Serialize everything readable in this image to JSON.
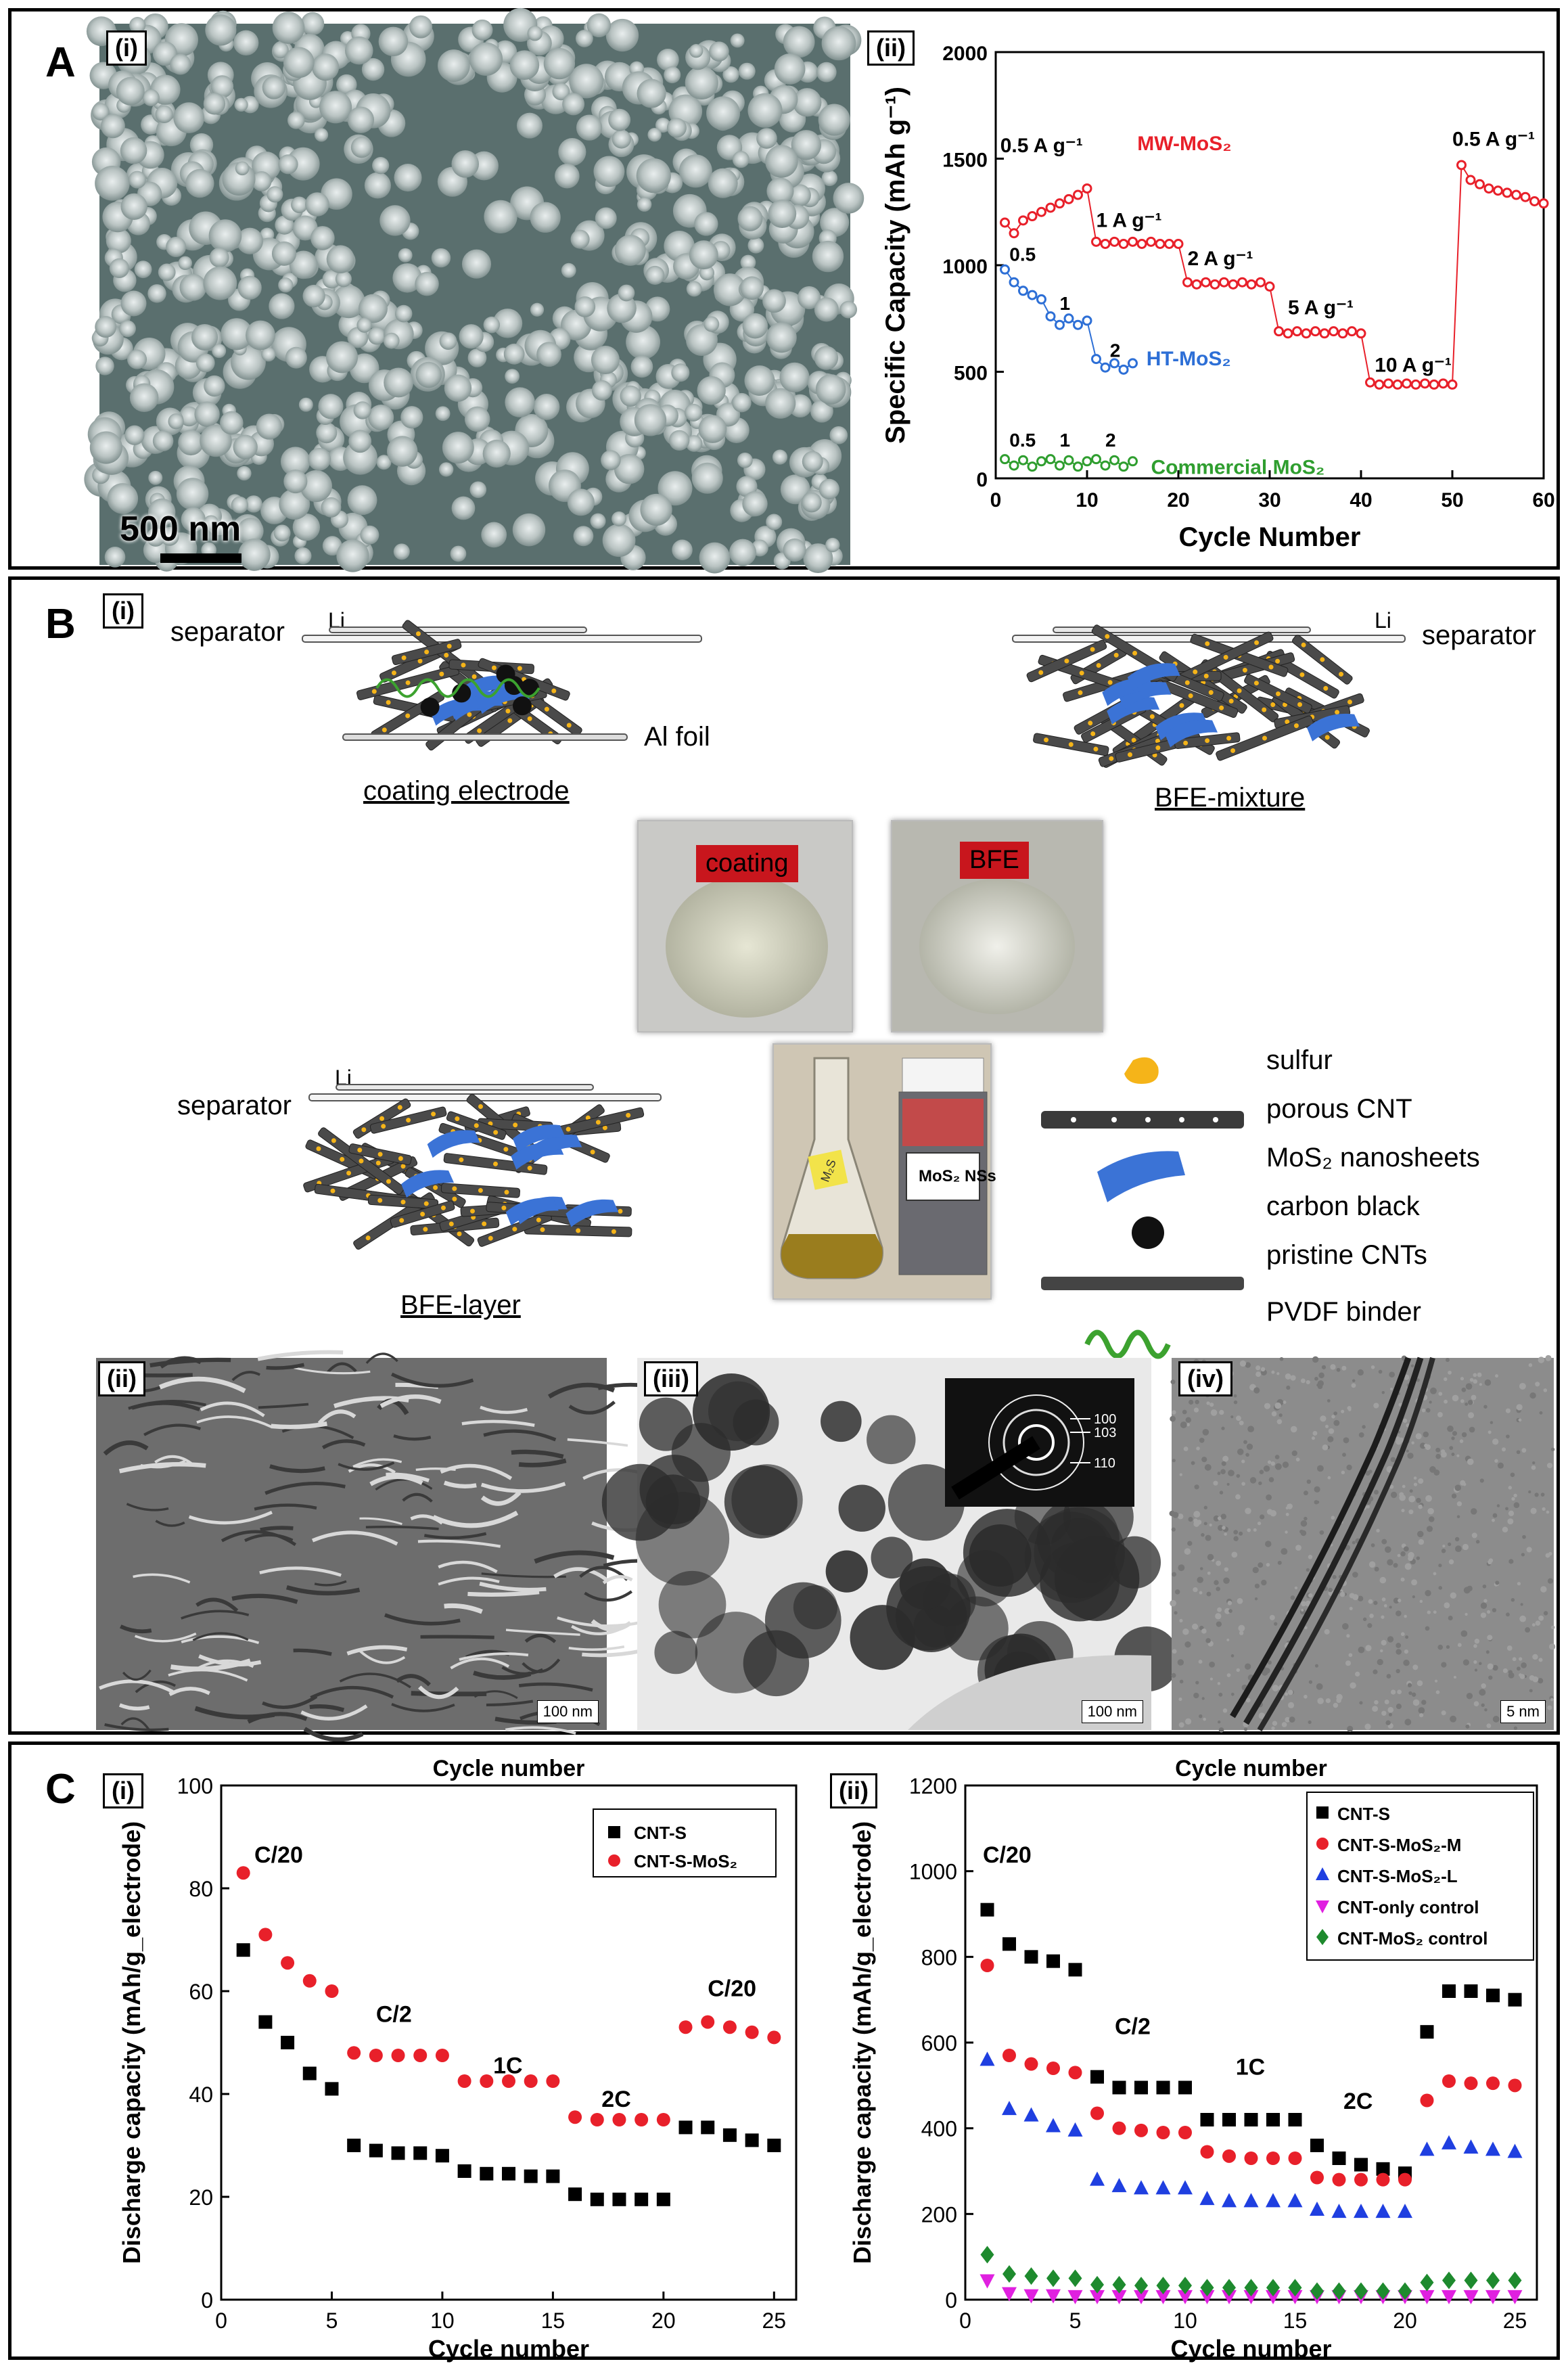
{
  "panelA": {
    "letter": "A",
    "sub_i": "(i)",
    "sub_ii": "(ii)",
    "scalebar": "500 nm"
  },
  "panelB": {
    "letter": "B",
    "sub_i": "(i)",
    "sub_ii": "(ii)",
    "sub_iii": "(iii)",
    "sub_iv": "(iv)",
    "coating": {
      "separator": "separator",
      "li": "Li",
      "al_foil": "Al foil",
      "title": "coating electrode"
    },
    "mixture": {
      "separator": "separator",
      "li": "Li",
      "title": "BFE-mixture"
    },
    "layer": {
      "separator": "separator",
      "li": "Li",
      "title": "BFE-layer"
    },
    "photo_tags": {
      "coating": "coating",
      "bfe": "BFE",
      "vial": "MoS₂ NSs",
      "flask": "M₂S"
    },
    "legend": [
      {
        "label": "sulfur",
        "icon": "sulfur-icon"
      },
      {
        "label": "porous CNT",
        "icon": "porous-cnt-icon"
      },
      {
        "label": "MoS₂ nanosheets",
        "icon": "mos2-nanosheet-icon"
      },
      {
        "label": "carbon black",
        "icon": "carbon-black-icon"
      },
      {
        "label": "pristine CNTs",
        "icon": "pristine-cnt-icon"
      },
      {
        "label": "PVDF binder",
        "icon": "pvdf-binder-icon"
      }
    ],
    "scalebars": {
      "ii": "100 nm",
      "iii": "100 nm",
      "iv": "5 nm"
    },
    "saed_labels": [
      "100",
      "103",
      "110"
    ]
  },
  "panelC": {
    "letter": "C",
    "sub_i": "(i)",
    "sub_ii": "(ii)"
  },
  "chart_data": [
    {
      "id": "A-ii",
      "type": "scatter",
      "xlabel": "Cycle Number",
      "ylabel": "Specific Capacity (mAh g⁻¹)",
      "xlim": [
        0,
        60
      ],
      "ylim": [
        0,
        2000
      ],
      "xticks": [
        0,
        10,
        20,
        30,
        40,
        50,
        60
      ],
      "yticks": [
        0,
        500,
        1000,
        1500,
        2000
      ],
      "series": [
        {
          "name": "MW-MoS₂",
          "color": "#e8202a",
          "x": [
            1,
            2,
            3,
            4,
            5,
            6,
            7,
            8,
            9,
            10,
            11,
            12,
            13,
            14,
            15,
            16,
            17,
            18,
            19,
            20,
            21,
            22,
            23,
            24,
            25,
            26,
            27,
            28,
            29,
            30,
            31,
            32,
            33,
            34,
            35,
            36,
            37,
            38,
            39,
            40,
            41,
            42,
            43,
            44,
            45,
            46,
            47,
            48,
            49,
            50,
            51,
            52,
            53,
            54,
            55,
            56,
            57,
            58,
            59,
            60
          ],
          "y": [
            1200,
            1150,
            1210,
            1230,
            1250,
            1270,
            1290,
            1310,
            1330,
            1360,
            1110,
            1100,
            1110,
            1100,
            1110,
            1100,
            1110,
            1100,
            1100,
            1100,
            920,
            910,
            920,
            910,
            920,
            910,
            920,
            910,
            920,
            900,
            690,
            680,
            690,
            680,
            690,
            680,
            690,
            680,
            690,
            680,
            450,
            440,
            445,
            440,
            445,
            440,
            445,
            440,
            445,
            440,
            1470,
            1400,
            1380,
            1360,
            1350,
            1340,
            1330,
            1320,
            1300,
            1290
          ]
        },
        {
          "name": "HT-MoS₂",
          "color": "#2d6fd6",
          "x": [
            1,
            2,
            3,
            4,
            5,
            6,
            7,
            8,
            9,
            10,
            11,
            12,
            13,
            14,
            15
          ],
          "y": [
            980,
            920,
            880,
            860,
            840,
            760,
            720,
            750,
            720,
            740,
            560,
            520,
            540,
            510,
            540
          ]
        },
        {
          "name": "Commercial MoS₂",
          "color": "#2f9e2f",
          "x": [
            1,
            2,
            3,
            4,
            5,
            6,
            7,
            8,
            9,
            10,
            11,
            12,
            13,
            14,
            15
          ],
          "y": [
            90,
            60,
            85,
            55,
            80,
            90,
            60,
            85,
            55,
            80,
            90,
            60,
            85,
            55,
            80
          ]
        }
      ],
      "annotations": [
        "0.5 A g⁻¹",
        "1 A g⁻¹",
        "2 A g⁻¹",
        "5 A g⁻¹",
        "10 A g⁻¹",
        "0.5 A g⁻¹",
        "0.5",
        "1",
        "2",
        "0.5",
        "1",
        "2"
      ]
    },
    {
      "id": "C-i",
      "type": "scatter",
      "title": "Cycle number",
      "xlabel": "Cycle number",
      "ylabel": "Discharge capacity (mAh/g_electrode)",
      "xlim": [
        0,
        26
      ],
      "ylim": [
        0,
        100
      ],
      "xticks": [
        0,
        5,
        10,
        15,
        20,
        25
      ],
      "yticks": [
        0,
        20,
        40,
        60,
        80,
        100
      ],
      "series": [
        {
          "name": "CNT-S",
          "color": "#000000",
          "marker": "square",
          "x": [
            1,
            2,
            3,
            4,
            5,
            6,
            7,
            8,
            9,
            10,
            11,
            12,
            13,
            14,
            15,
            16,
            17,
            18,
            19,
            20,
            21,
            22,
            23,
            24,
            25
          ],
          "y": [
            68,
            54,
            50,
            44,
            41,
            30,
            29,
            28.5,
            28.5,
            28,
            25,
            24.5,
            24.5,
            24,
            24,
            20.5,
            19.5,
            19.5,
            19.5,
            19.5,
            33.5,
            33.5,
            32,
            31,
            30
          ]
        },
        {
          "name": "CNT-S-MoS₂",
          "color": "#e8202a",
          "marker": "circle",
          "x": [
            1,
            2,
            3,
            4,
            5,
            6,
            7,
            8,
            9,
            10,
            11,
            12,
            13,
            14,
            15,
            16,
            17,
            18,
            19,
            20,
            21,
            22,
            23,
            24,
            25
          ],
          "y": [
            83,
            71,
            65.5,
            62,
            60,
            48,
            47.5,
            47.5,
            47.5,
            47.5,
            42.5,
            42.5,
            42.5,
            42.5,
            42.5,
            35.5,
            35,
            35,
            35,
            35,
            53,
            54,
            53,
            52,
            51
          ]
        }
      ],
      "annotations": [
        "C/20",
        "C/2",
        "1C",
        "2C",
        "C/20"
      ]
    },
    {
      "id": "C-ii",
      "type": "scatter",
      "title": "Cycle number",
      "xlabel": "Cycle number",
      "ylabel": "Discharge capacity (mAh/g_electrode)",
      "xlim": [
        0,
        26
      ],
      "ylim": [
        0,
        1200
      ],
      "xticks": [
        0,
        5,
        10,
        15,
        20,
        25
      ],
      "yticks": [
        0,
        200,
        400,
        600,
        800,
        1000,
        1200
      ],
      "series": [
        {
          "name": "CNT-S",
          "color": "#000000",
          "marker": "square",
          "x": [
            1,
            2,
            3,
            4,
            5,
            6,
            7,
            8,
            9,
            10,
            11,
            12,
            13,
            14,
            15,
            16,
            17,
            18,
            19,
            20,
            21,
            22,
            23,
            24,
            25
          ],
          "y": [
            910,
            830,
            800,
            790,
            770,
            520,
            495,
            495,
            495,
            495,
            420,
            420,
            420,
            420,
            420,
            360,
            330,
            315,
            305,
            295,
            625,
            720,
            720,
            710,
            700
          ]
        },
        {
          "name": "CNT-S-MoS₂-M",
          "color": "#e8202a",
          "marker": "circle",
          "x": [
            1,
            2,
            3,
            4,
            5,
            6,
            7,
            8,
            9,
            10,
            11,
            12,
            13,
            14,
            15,
            16,
            17,
            18,
            19,
            20,
            21,
            22,
            23,
            24,
            25
          ],
          "y": [
            780,
            570,
            550,
            540,
            530,
            435,
            400,
            395,
            390,
            390,
            345,
            335,
            330,
            330,
            330,
            285,
            280,
            280,
            280,
            280,
            465,
            510,
            505,
            505,
            500
          ]
        },
        {
          "name": "CNT-S-MoS₂-L",
          "color": "#1f3fe0",
          "marker": "triangle",
          "x": [
            1,
            2,
            3,
            4,
            5,
            6,
            7,
            8,
            9,
            10,
            11,
            12,
            13,
            14,
            15,
            16,
            17,
            18,
            19,
            20,
            21,
            22,
            23,
            24,
            25
          ],
          "y": [
            560,
            445,
            430,
            405,
            395,
            280,
            265,
            260,
            260,
            260,
            235,
            230,
            230,
            230,
            230,
            210,
            205,
            205,
            205,
            205,
            350,
            365,
            355,
            350,
            345
          ]
        },
        {
          "name": "CNT-only control",
          "color": "#e020e0",
          "marker": "triangle-down",
          "x": [
            1,
            2,
            3,
            4,
            5,
            6,
            7,
            8,
            9,
            10,
            11,
            12,
            13,
            14,
            15,
            16,
            17,
            18,
            19,
            20,
            21,
            22,
            23,
            24,
            25
          ],
          "y": [
            45,
            15,
            10,
            10,
            8,
            8,
            8,
            8,
            8,
            8,
            8,
            8,
            8,
            8,
            8,
            8,
            8,
            8,
            8,
            8,
            8,
            8,
            8,
            8,
            8
          ]
        },
        {
          "name": "CNT-MoS₂ control",
          "color": "#1e8a2e",
          "marker": "diamond",
          "x": [
            1,
            2,
            3,
            4,
            5,
            6,
            7,
            8,
            9,
            10,
            11,
            12,
            13,
            14,
            15,
            16,
            17,
            18,
            19,
            20,
            21,
            22,
            23,
            24,
            25
          ],
          "y": [
            105,
            60,
            55,
            50,
            50,
            35,
            35,
            33,
            33,
            33,
            28,
            28,
            28,
            28,
            28,
            20,
            20,
            20,
            20,
            20,
            40,
            45,
            45,
            45,
            45
          ]
        }
      ],
      "annotations": [
        "C/20",
        "C/2",
        "1C",
        "2C",
        "C/20"
      ]
    }
  ]
}
